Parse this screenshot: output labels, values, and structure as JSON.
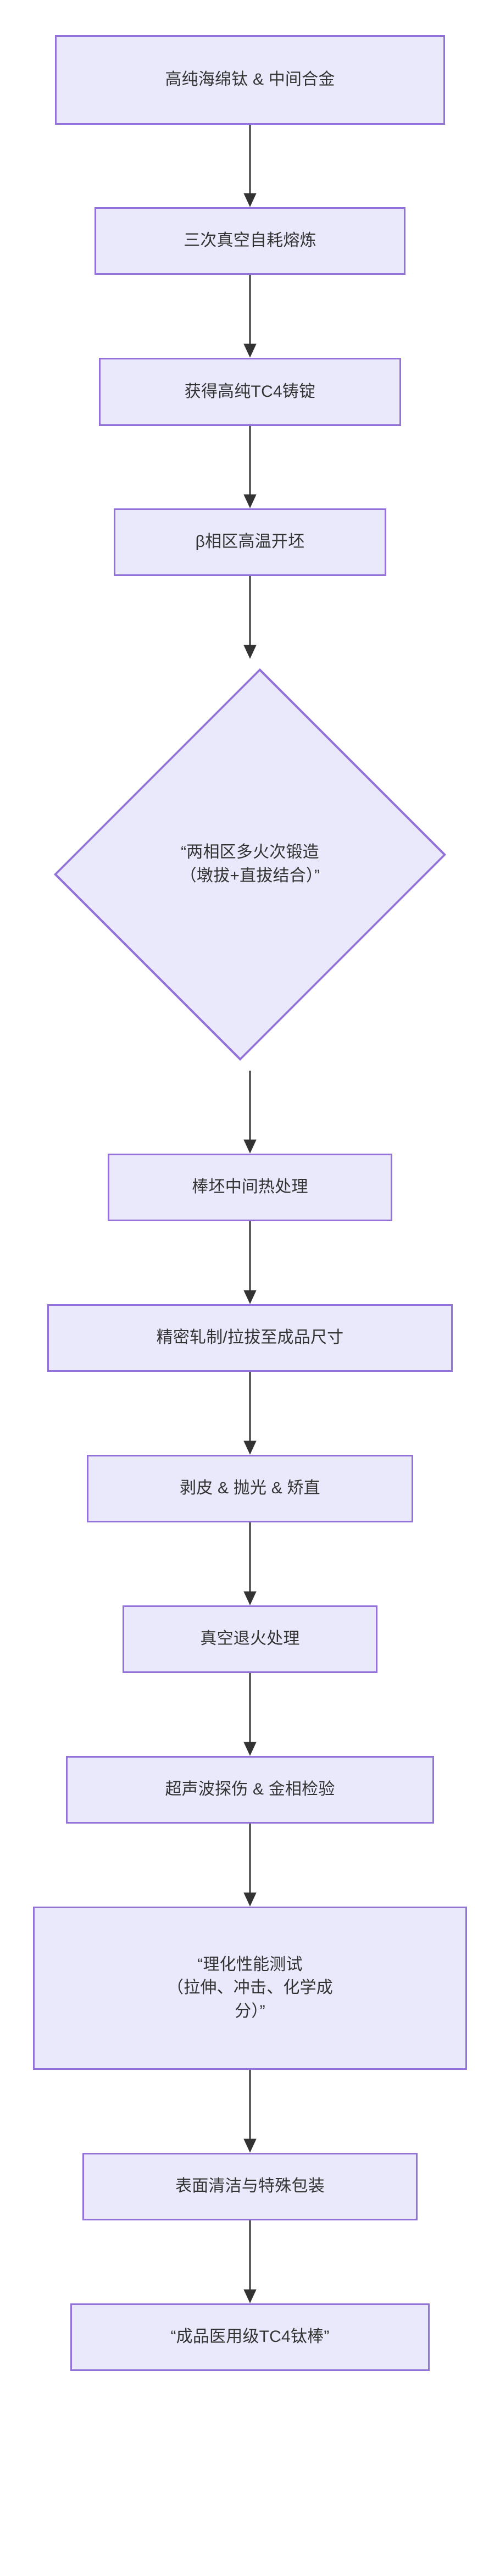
{
  "diagram": {
    "type": "flowchart",
    "orientation": "top-to-bottom",
    "title_text": "",
    "colors": {
      "node_fill": "#eae8fb",
      "node_border": "#9272d8",
      "node_text": "#333333",
      "edge_line": "#333333",
      "background": "#ffffff"
    },
    "nodes": [
      {
        "id": "n1",
        "shape": "rectangle",
        "label": "高纯海绵钛 & 中间合金"
      },
      {
        "id": "n2",
        "shape": "rectangle",
        "label": "三次真空自耗熔炼"
      },
      {
        "id": "n3",
        "shape": "rectangle",
        "label": "获得高纯TC4铸锭"
      },
      {
        "id": "n4",
        "shape": "rectangle",
        "label": "β相区高温开坯"
      },
      {
        "id": "n5",
        "shape": "diamond",
        "label": "“两相区多火次锻造\n（墩拔+直拔结合）”"
      },
      {
        "id": "n6",
        "shape": "rectangle",
        "label": "棒坯中间热处理"
      },
      {
        "id": "n7",
        "shape": "rectangle",
        "label": "精密轧制/拉拔至成品尺寸"
      },
      {
        "id": "n8",
        "shape": "rectangle",
        "label": "剥皮 & 抛光 & 矫直"
      },
      {
        "id": "n9",
        "shape": "rectangle",
        "label": "真空退火处理"
      },
      {
        "id": "n10",
        "shape": "rectangle",
        "label": "超声波探伤 & 金相检验"
      },
      {
        "id": "n11",
        "shape": "rectangle",
        "label": "“理化性能测试\n（拉伸、冲击、化学成\n分）”"
      },
      {
        "id": "n12",
        "shape": "rectangle",
        "label": "表面清洁与特殊包装"
      },
      {
        "id": "n13",
        "shape": "rectangle",
        "label": "“成品医用级TC4钛棒”"
      }
    ],
    "edges": [
      {
        "from": "n1",
        "to": "n2",
        "label": ""
      },
      {
        "from": "n2",
        "to": "n3",
        "label": ""
      },
      {
        "from": "n3",
        "to": "n4",
        "label": ""
      },
      {
        "from": "n4",
        "to": "n5",
        "label": ""
      },
      {
        "from": "n5",
        "to": "n6",
        "label": ""
      },
      {
        "from": "n6",
        "to": "n7",
        "label": ""
      },
      {
        "from": "n7",
        "to": "n8",
        "label": ""
      },
      {
        "from": "n8",
        "to": "n9",
        "label": ""
      },
      {
        "from": "n9",
        "to": "n10",
        "label": ""
      },
      {
        "from": "n10",
        "to": "n11",
        "label": ""
      },
      {
        "from": "n11",
        "to": "n12",
        "label": ""
      },
      {
        "from": "n12",
        "to": "n13",
        "label": ""
      }
    ]
  }
}
